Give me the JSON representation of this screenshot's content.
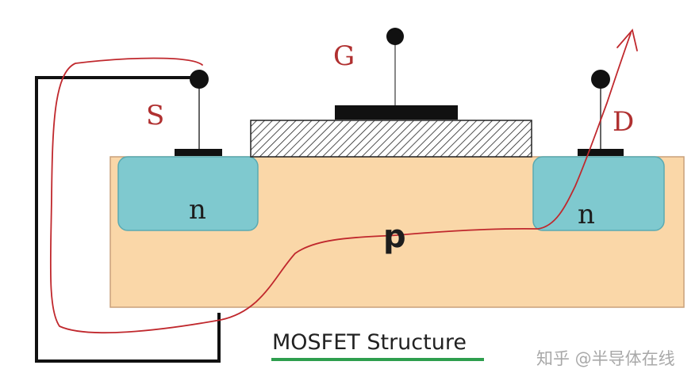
{
  "diagram": {
    "labels": {
      "source": "S",
      "gate": "G",
      "drain": "D",
      "source_region": "n",
      "drain_region": "n",
      "substrate": "p"
    },
    "caption": "MOSFET Structure",
    "watermark": "知乎 @半导体在线"
  },
  "colors": {
    "substrate": "#FAD7A8",
    "n_region": "#7FC9CF",
    "wire": "#111111",
    "label_red": "#B03030",
    "current_path": "#C0282D",
    "caption_underline": "#2E9E4E"
  }
}
